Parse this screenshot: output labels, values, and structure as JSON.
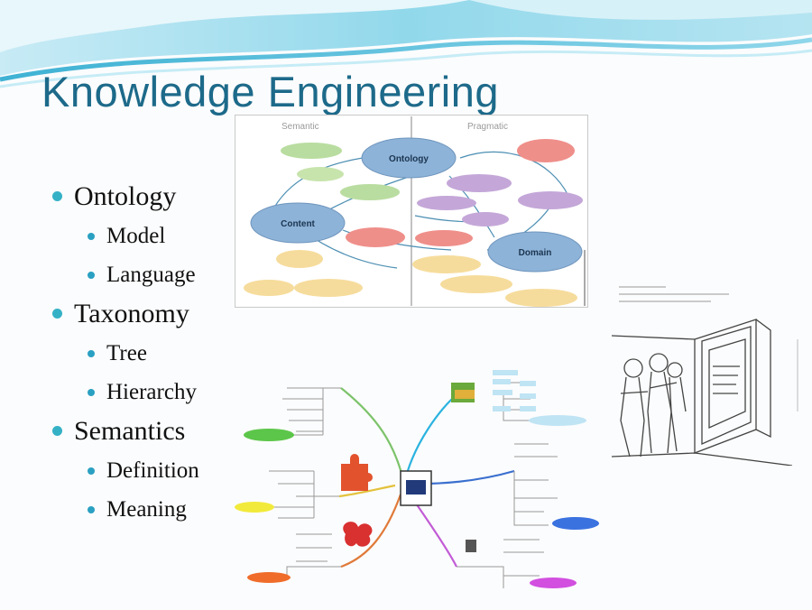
{
  "slide": {
    "title": "Knowledge Engineering",
    "bullets": [
      {
        "level": 1,
        "text": "Ontology"
      },
      {
        "level": 2,
        "text": "Model"
      },
      {
        "level": 2,
        "text": "Language"
      },
      {
        "level": 1,
        "text": "Taxonomy"
      },
      {
        "level": 2,
        "text": "Tree"
      },
      {
        "level": 2,
        "text": "Hierarchy"
      },
      {
        "level": 1,
        "text": "Semantics"
      },
      {
        "level": 2,
        "text": "Definition"
      },
      {
        "level": 2,
        "text": "Meaning"
      }
    ]
  },
  "diagram": {
    "left_header": "Semantic",
    "right_header": "Pragmatic",
    "ontology": "Ontology",
    "content": "Content",
    "domain": "Domain"
  },
  "colors": {
    "title": "#1d6a8a",
    "bullet_l1": "#35b1c6",
    "bullet_l2": "#2aa0c2",
    "wave": "#5fc4de"
  }
}
